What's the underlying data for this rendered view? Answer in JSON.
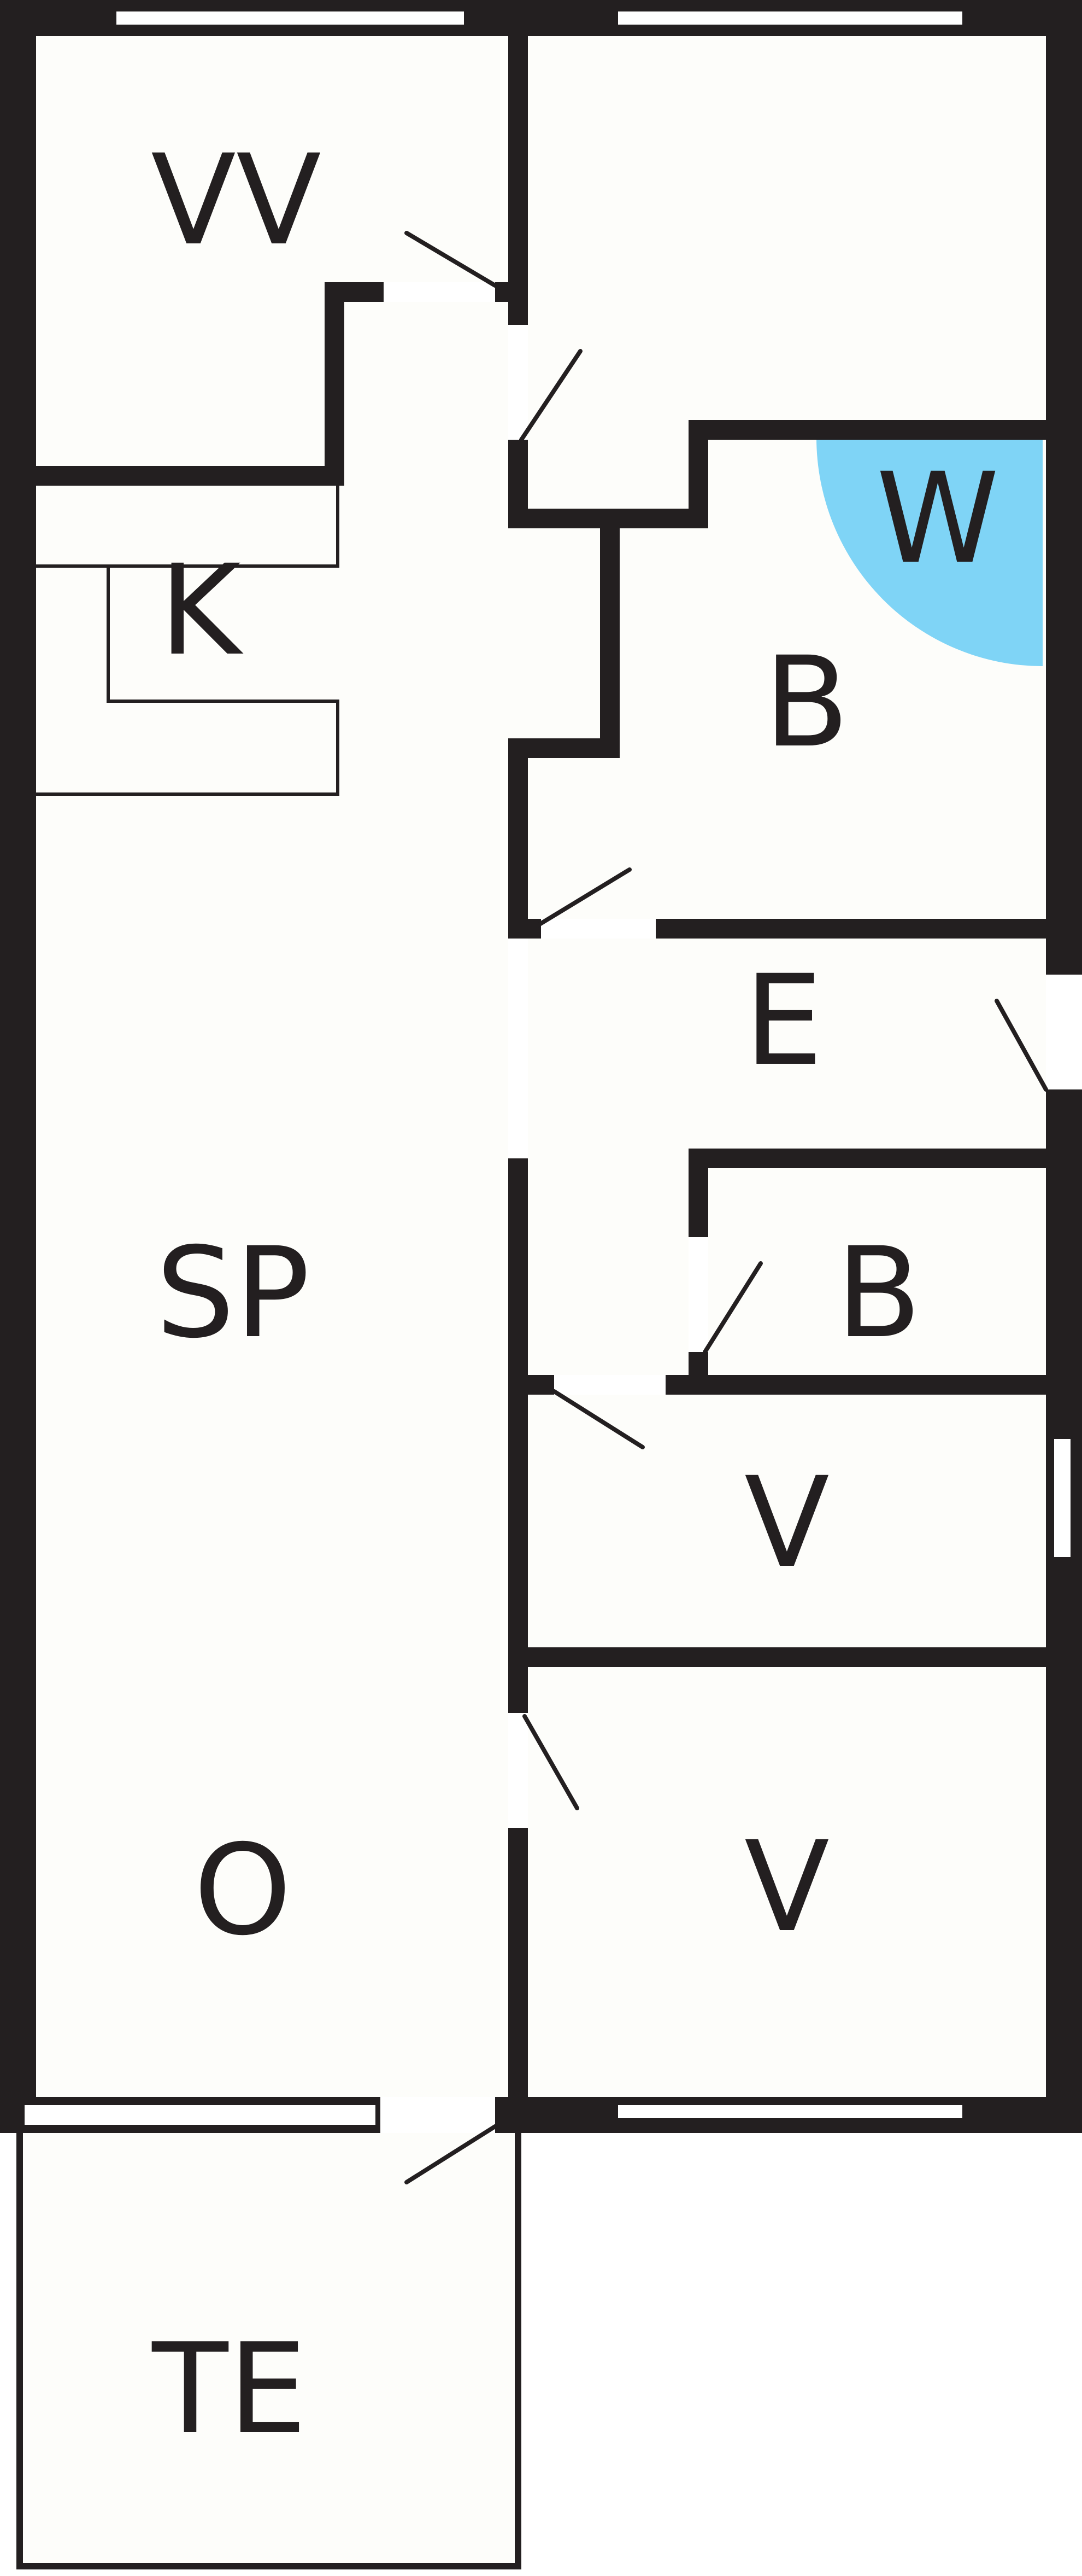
{
  "plan": {
    "colors": {
      "floor": "#fdfdfa",
      "wall": "#231f20",
      "fixture_line": "#231f20",
      "window_fill": "#ffffff",
      "door_opening": "#ffffff",
      "washer_zone": "#7fd4f6"
    },
    "rooms": [
      {
        "id": "vv",
        "label": "VV"
      },
      {
        "id": "k",
        "label": "K"
      },
      {
        "id": "w",
        "label": "W"
      },
      {
        "id": "b1",
        "label": "B"
      },
      {
        "id": "e",
        "label": "E"
      },
      {
        "id": "sp",
        "label": "SP"
      },
      {
        "id": "b2",
        "label": "B"
      },
      {
        "id": "v1",
        "label": "V"
      },
      {
        "id": "o",
        "label": "O"
      },
      {
        "id": "v2",
        "label": "V"
      },
      {
        "id": "te",
        "label": "TE"
      }
    ]
  }
}
